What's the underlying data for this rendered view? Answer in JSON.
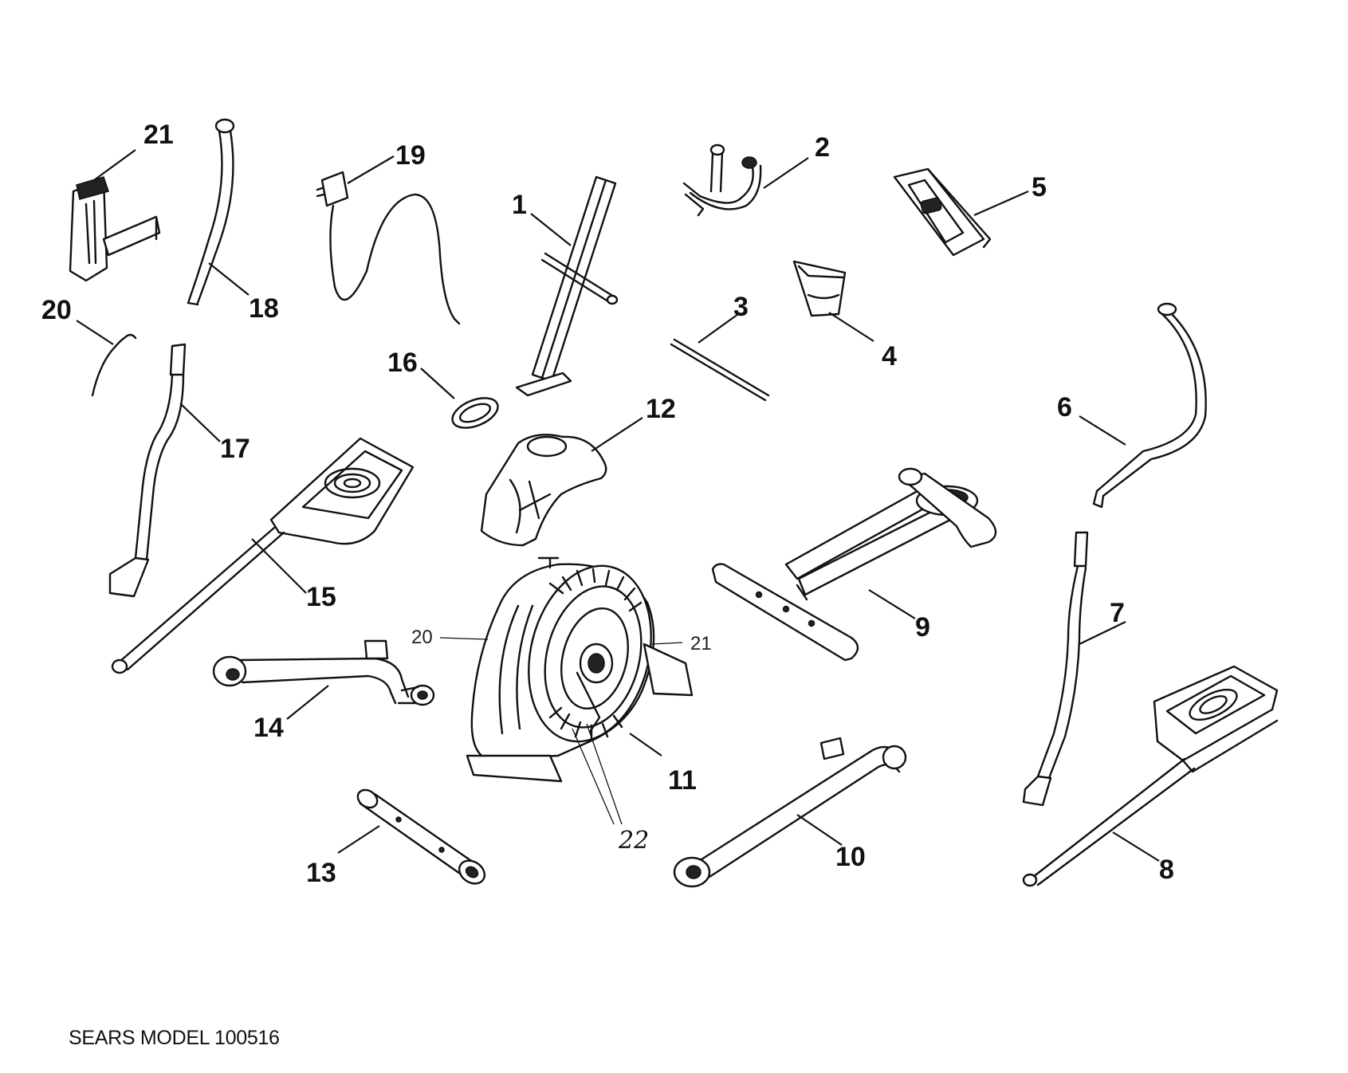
{
  "title": "",
  "caption": "SEARS MODEL 100516",
  "callouts": {
    "c1": "1",
    "c2": "2",
    "c3": "3",
    "c4": "4",
    "c5": "5",
    "c6": "6",
    "c7": "7",
    "c8": "8",
    "c9": "9",
    "c10": "10",
    "c11": "11",
    "c12": "12",
    "c13": "13",
    "c14": "14",
    "c15": "15",
    "c16": "16",
    "c17": "17",
    "c18": "18",
    "c19": "19",
    "c20": "20",
    "c21": "21"
  },
  "sub_callouts": {
    "s20": "20",
    "s21": "21",
    "s22": "22"
  }
}
